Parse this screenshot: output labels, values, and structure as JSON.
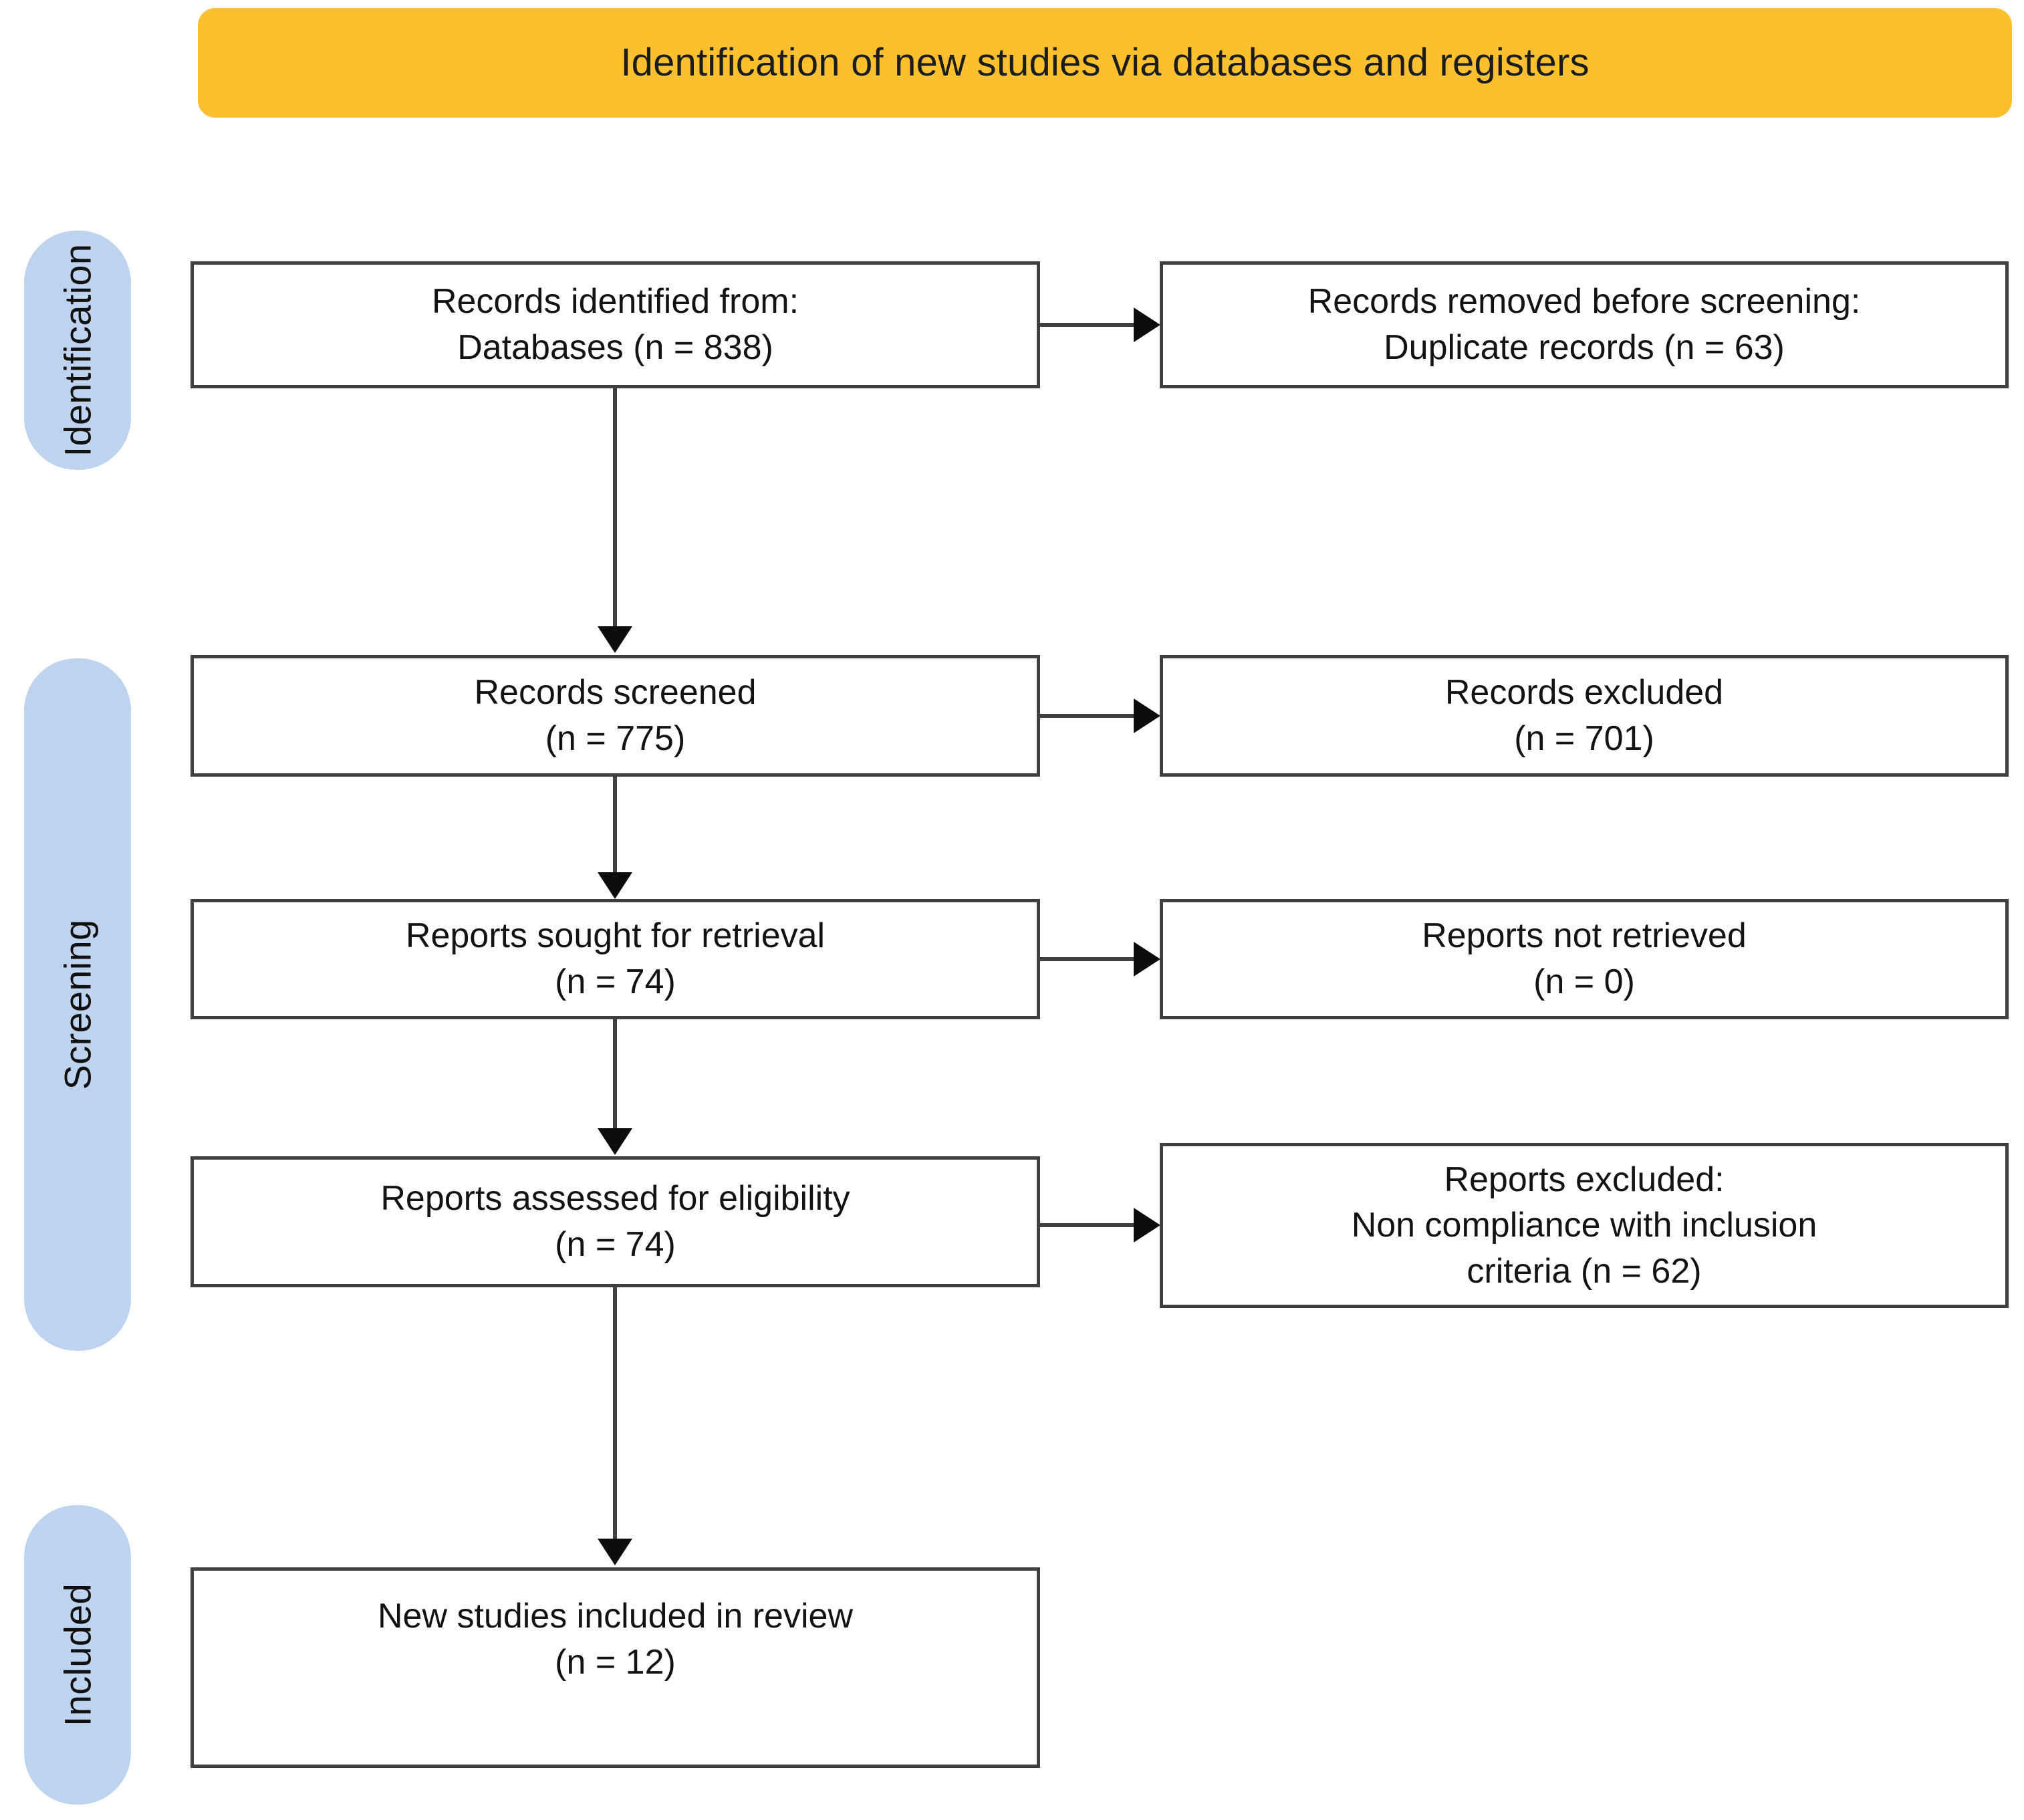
{
  "banner": {
    "title": "Identification of new studies via databases and registers",
    "color": "#fcc02e"
  },
  "stages": [
    {
      "label": "Identification",
      "color": "#bdd3ef"
    },
    {
      "label": "Screening",
      "color": "#bdd3ef"
    },
    {
      "label": "Included",
      "color": "#bdd3ef"
    }
  ],
  "boxes": {
    "records_identified": {
      "line1": "Records identified from:",
      "line2": "Databases (n = 838)"
    },
    "records_removed": {
      "line1": "Records removed before screening:",
      "line2": "Duplicate records (n = 63)"
    },
    "records_screened": {
      "line1": "Records screened",
      "line2": "(n = 775)"
    },
    "records_excluded": {
      "line1": "Records excluded",
      "line2": "(n = 701)"
    },
    "reports_sought": {
      "line1": "Reports sought for retrieval",
      "line2": "(n = 74)"
    },
    "reports_not_retrieved": {
      "line1": "Reports not retrieved",
      "line2": "(n = 0)"
    },
    "reports_assessed": {
      "line1": "Reports assessed for eligibility",
      "line2": "(n = 74)"
    },
    "reports_excluded": {
      "line1": "Reports excluded:",
      "line2": "Non compliance with inclusion",
      "line3": "criteria (n = 62)"
    },
    "new_studies_included": {
      "line1": "New studies included in review",
      "line2": "(n = 12)"
    }
  },
  "chart_data": {
    "type": "diagram",
    "title": "Identification of new studies via databases and registers",
    "stages": [
      "Identification",
      "Screening",
      "Included"
    ],
    "nodes": [
      {
        "id": "records_identified",
        "stage": "Identification",
        "column": "left",
        "label": "Records identified from: Databases",
        "n": 838
      },
      {
        "id": "records_removed",
        "stage": "Identification",
        "column": "right",
        "label": "Records removed before screening: Duplicate records",
        "n": 63
      },
      {
        "id": "records_screened",
        "stage": "Screening",
        "column": "left",
        "label": "Records screened",
        "n": 775
      },
      {
        "id": "records_excluded",
        "stage": "Screening",
        "column": "right",
        "label": "Records excluded",
        "n": 701
      },
      {
        "id": "reports_sought",
        "stage": "Screening",
        "column": "left",
        "label": "Reports sought for retrieval",
        "n": 74
      },
      {
        "id": "reports_not_retrieved",
        "stage": "Screening",
        "column": "right",
        "label": "Reports not retrieved",
        "n": 0
      },
      {
        "id": "reports_assessed",
        "stage": "Screening",
        "column": "left",
        "label": "Reports assessed for eligibility",
        "n": 74
      },
      {
        "id": "reports_excluded",
        "stage": "Screening",
        "column": "right",
        "label": "Reports excluded: Non compliance with inclusion criteria",
        "n": 62
      },
      {
        "id": "new_studies_included",
        "stage": "Included",
        "column": "left",
        "label": "New studies included in review",
        "n": 12
      }
    ],
    "edges": [
      {
        "from": "records_identified",
        "to": "records_removed",
        "direction": "right"
      },
      {
        "from": "records_identified",
        "to": "records_screened",
        "direction": "down"
      },
      {
        "from": "records_screened",
        "to": "records_excluded",
        "direction": "right"
      },
      {
        "from": "records_screened",
        "to": "reports_sought",
        "direction": "down"
      },
      {
        "from": "reports_sought",
        "to": "reports_not_retrieved",
        "direction": "right"
      },
      {
        "from": "reports_sought",
        "to": "reports_assessed",
        "direction": "down"
      },
      {
        "from": "reports_assessed",
        "to": "reports_excluded",
        "direction": "right"
      },
      {
        "from": "reports_assessed",
        "to": "new_studies_included",
        "direction": "down"
      }
    ]
  }
}
